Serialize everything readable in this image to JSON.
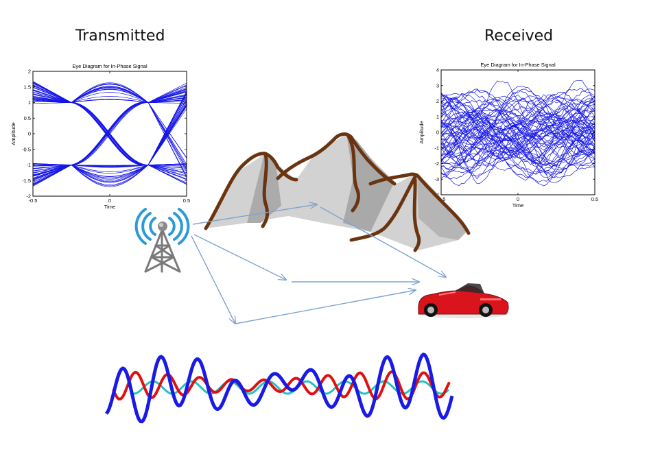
{
  "headings": {
    "transmitted": "Transmitted",
    "received": "Received"
  },
  "chart_data": [
    {
      "type": "line",
      "panel": "transmitted",
      "title": "Eye Diagram for In-Phase Signal",
      "xlabel": "Time",
      "ylabel": "Amplitude",
      "xlim": [
        -0.5,
        0.5
      ],
      "ylim": [
        -2,
        2
      ],
      "xticks": [
        "-0.5",
        "0",
        "0.5"
      ],
      "yticks": [
        "2",
        "1.5",
        "1",
        "0.5",
        "0",
        "-0.5",
        "-1",
        "-1.5",
        "-2"
      ],
      "line_color": "#1515e6",
      "eye_crossings_x": [
        -0.25,
        0.25
      ],
      "eye_levels": [
        -1,
        1
      ],
      "amplitude_range": [
        -1.75,
        1.75
      ]
    },
    {
      "type": "line",
      "panel": "received",
      "title": "Eye Diagram for In-Phase Signal",
      "xlabel": "Time",
      "ylabel": "Amplitude",
      "xlim": [
        -0.5,
        0.5
      ],
      "ylim": [
        -4,
        4
      ],
      "xticks": [
        "-0.5",
        "0",
        "0.5"
      ],
      "yticks": [
        "4",
        "3",
        "2",
        "1",
        "0",
        "-1",
        "-2",
        "-3",
        "-4"
      ],
      "line_color": "#1515e6",
      "amplitude_range": [
        -3,
        3
      ]
    }
  ],
  "colors": {
    "arrow": "#7fa3cf",
    "mountain_stroke": "#6b3410",
    "mountain_fill": "#d2d2d2",
    "mountain_shadow": "#a9a9a9",
    "antenna_waves": "#2a9bd6",
    "tower": "#7a7a7a",
    "car_body": "#d9141c",
    "wave_blue": "#1a1ae6",
    "wave_red": "#e01010",
    "wave_cyan": "#22c2c2"
  },
  "icons": {
    "transmitter": "antenna-tower-icon",
    "obstacle": "mountains-icon",
    "receiver": "car-icon"
  }
}
